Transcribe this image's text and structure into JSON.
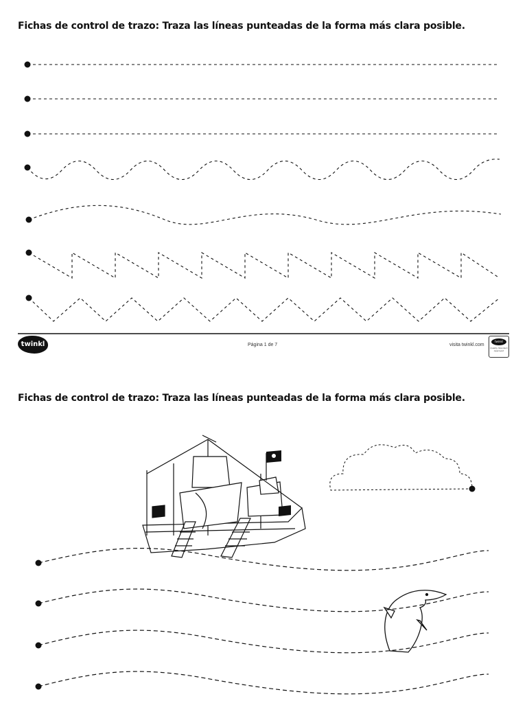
{
  "page1": {
    "title": "Fichas de control de trazo: Traza las líneas punteadas de la forma más clara posible.",
    "footer": {
      "logo": "twinkl",
      "page_number": "Página 1 de 7",
      "visit": "visita twinkl.com",
      "badge_logo": "twinkl",
      "badge_text": "Quality Standard Approved"
    }
  },
  "page2": {
    "title": "Fichas de control de trazo: Traza las líneas punteadas de la forma más clara posible."
  },
  "icons": [
    "start-dot-icon",
    "pirate-ship-icon",
    "dolphin-icon",
    "cloud-trace-icon",
    "pirate-flag-icon"
  ],
  "colors": {
    "ink": "#111111",
    "paper": "#ffffff"
  }
}
